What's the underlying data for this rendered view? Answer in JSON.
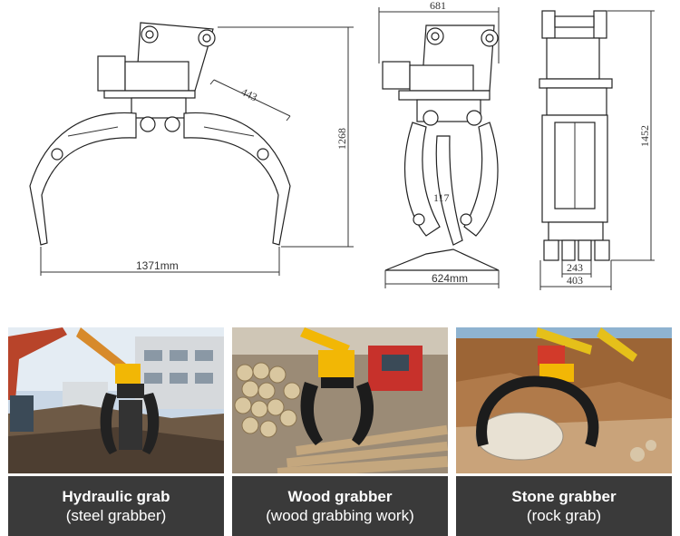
{
  "drawings": {
    "front": {
      "width_label": "1371mm",
      "height_label": "1268",
      "arm_label": "443"
    },
    "side": {
      "width_label": "681",
      "bottom_label": "624mm",
      "angle_label": "117"
    },
    "rear": {
      "height_label": "1452",
      "inner_label": "243",
      "outer_label": "403"
    }
  },
  "cards": [
    {
      "title": "Hydraulic grab",
      "subtitle": "(steel grabber)"
    },
    {
      "title": "Wood grabber",
      "subtitle": "(wood grabbing work)"
    },
    {
      "title": "Stone grabber",
      "subtitle": "(rock grab)"
    }
  ],
  "colors": {
    "caption_bg": "#3a3a3a",
    "accent_yellow": "#f2b705"
  }
}
